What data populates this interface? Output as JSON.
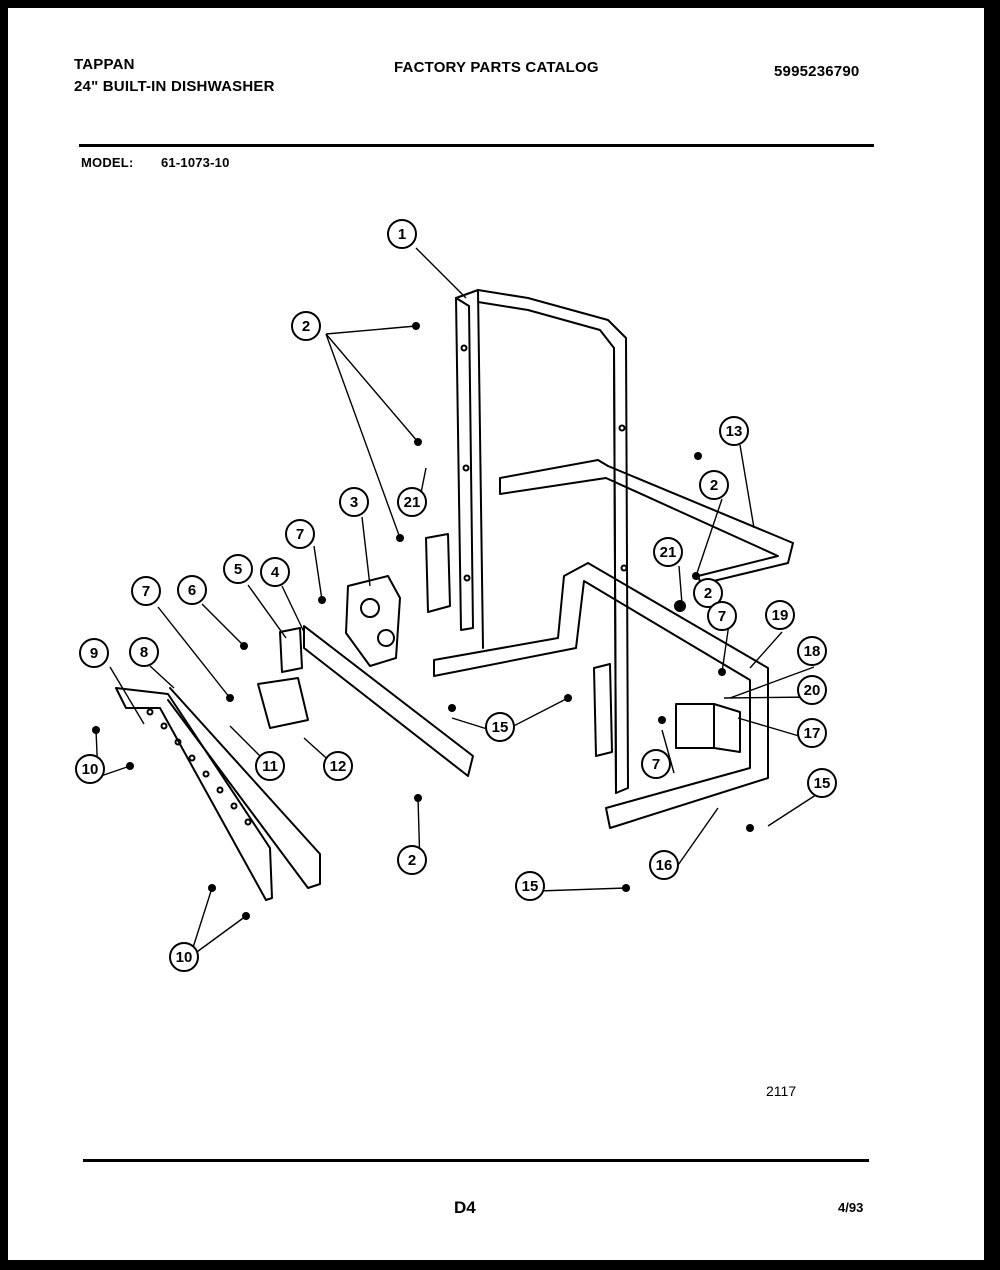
{
  "header": {
    "brand": "TAPPAN",
    "product": "24\" BUILT-IN DISHWASHER",
    "title": "FACTORY PARTS CATALOG",
    "part_number": "5995236790",
    "model_label": "MODEL:",
    "model_number": "61-1073-10"
  },
  "diagram": {
    "callouts": [
      "1",
      "2",
      "21",
      "3",
      "13",
      "2",
      "7",
      "21",
      "2",
      "5",
      "4",
      "6",
      "7",
      "19",
      "9",
      "8",
      "7",
      "18",
      "20",
      "17",
      "15",
      "7",
      "10",
      "11",
      "12",
      "15",
      "2",
      "16",
      "15",
      "10"
    ],
    "colors": {
      "ink": "#000000",
      "paper": "#ffffff"
    }
  },
  "footer": {
    "drawing_code": "2117",
    "page": "D4",
    "date": "4/93"
  }
}
